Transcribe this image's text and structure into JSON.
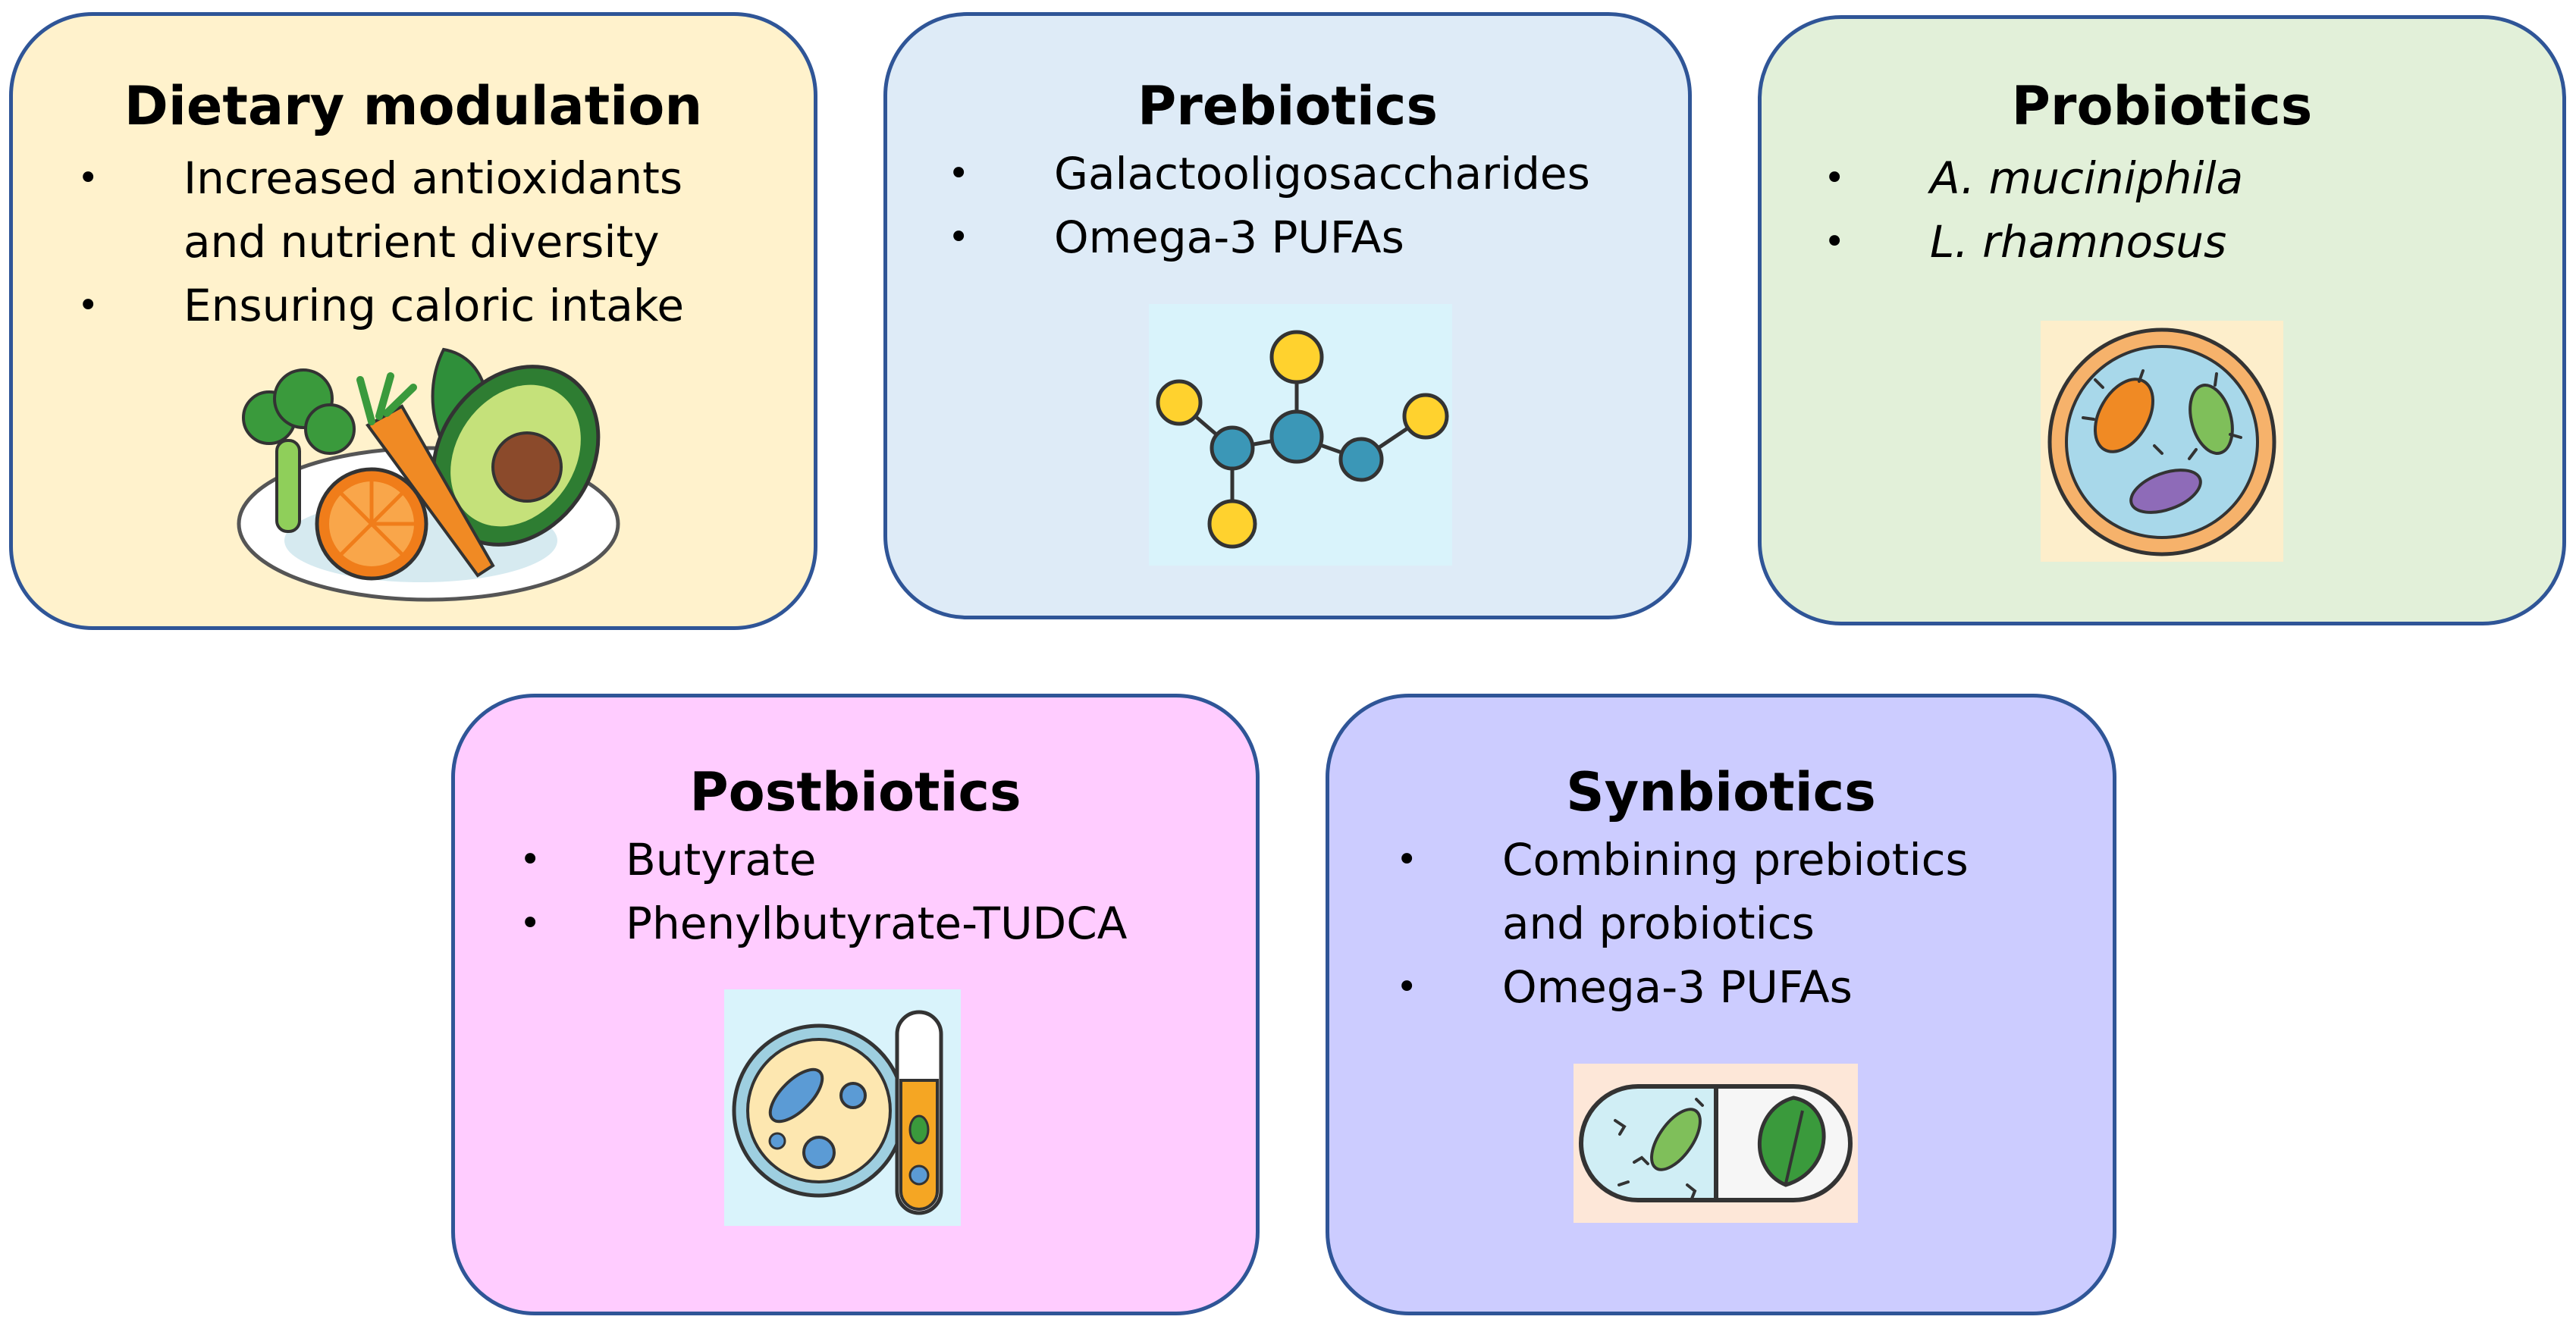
{
  "cards": {
    "dietary": {
      "title": "Dietary modulation",
      "items": [
        "Increased antioxidants and nutrient diversity",
        "Ensuring caloric intake"
      ],
      "icon": "vegetable-plate-icon",
      "fill": "#fff2cc"
    },
    "prebiotics": {
      "title": "Prebiotics",
      "items": [
        "Galactooligosaccharides",
        "Omega-3 PUFAs"
      ],
      "icon": "molecule-icon",
      "fill": "#deebf7"
    },
    "probiotics": {
      "title": "Probiotics",
      "items": [
        "A. muciniphila",
        "L. rhamnosus"
      ],
      "icon": "petri-dish-bacteria-icon",
      "fill": "#e2f0d9"
    },
    "postbiotics": {
      "title": "Postbiotics",
      "items": [
        "Butyrate",
        "Phenylbutyrate-TUDCA"
      ],
      "icon": "petri-dish-test-tube-icon",
      "fill": "#ffccff"
    },
    "synbiotics": {
      "title": "Synbiotics",
      "items": [
        "Combining prebiotics and probiotics",
        "Omega-3 PUFAs"
      ],
      "icon": "capsule-bacteria-leaf-icon",
      "fill": "#ccccff"
    }
  },
  "colors": {
    "border": "#2f5597"
  }
}
